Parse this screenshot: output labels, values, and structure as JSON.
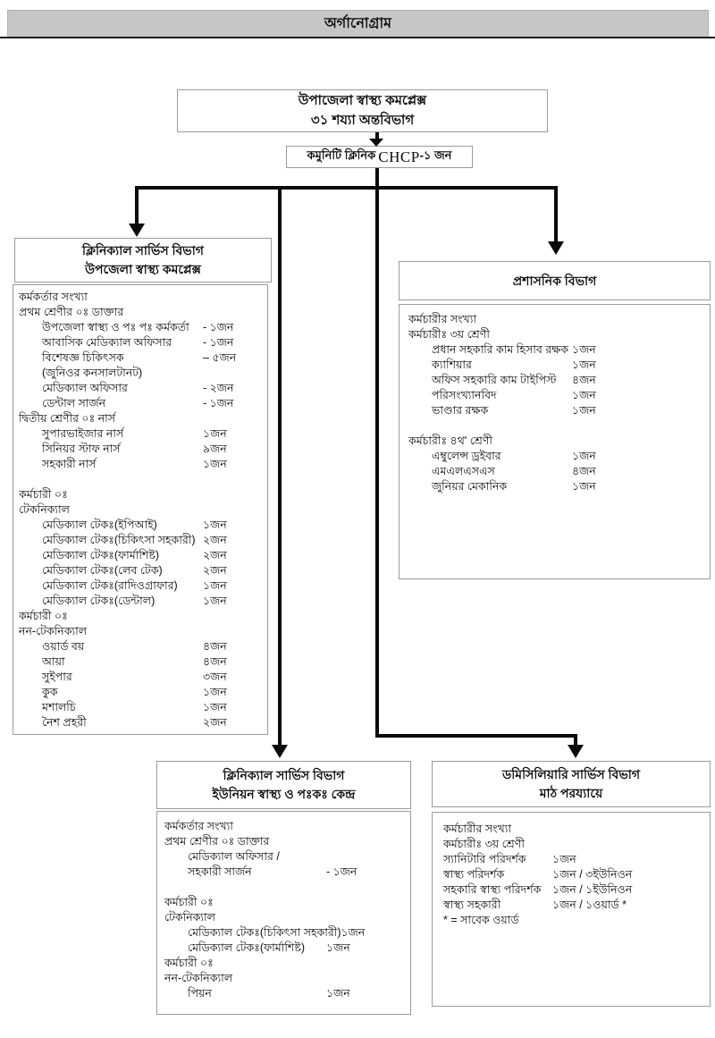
{
  "page": {
    "title": "অর্গানোগ্রাম"
  },
  "colors": {
    "ink": "#0a0a0a",
    "titlebar_bg": "#c6c6c6",
    "box_border": "#9b9b9b"
  },
  "root_box": {
    "line1": "উপাজেলা স্বাস্থ্য কমপ্লেক্স",
    "line2": "৩১ শয্যা অন্তবিভাগ"
  },
  "chcp_box": {
    "prefix": "কমুনিটি ক্লিনিক",
    "code": "CHCP",
    "suffix": "-১ জন"
  },
  "boxes": {
    "clinical_upazila": {
      "title1": "ক্লিনিক্যাল সার্ভিস বিভাগ",
      "title2": "উপজেলা স্বাস্থ্য কমপ্লেক্স",
      "rows": [
        {
          "label": "কর্মকর্তার সংখ্যা"
        },
        {
          "label": "প্রথম শ্রেণীর ০ঃ ডাক্তার"
        },
        {
          "label": "উপজেলা স্বাস্থ্য ও পঃ পঃ কর্মকর্তা",
          "value": "- ১জন",
          "indent": 1
        },
        {
          "label": "আবাসিক মেডিক্যাল অফিসার",
          "value": "- ১জন",
          "indent": 1
        },
        {
          "label": "বিশেষজ্ঞ চিকিৎসক",
          "value": "– ৫জন",
          "indent": 1
        },
        {
          "label": "(জুনিওর কনসালটানট)",
          "indent": 1
        },
        {
          "label": "মেডিক্যাল অফিসার",
          "value": "- ২জন",
          "indent": 1
        },
        {
          "label": "ডেন্টাল সার্জন",
          "value": "- ১জন",
          "indent": 1
        },
        {
          "label": "দ্বিতীয় শ্রেণীর ০ঃ নার্স"
        },
        {
          "label": "সুপারভাইজার নার্স",
          "value": "১জন",
          "indent": 1
        },
        {
          "label": "সিনিয়র স্টাফ নার্স",
          "value": "৯জন",
          "indent": 1
        },
        {
          "label": "সহকারী নার্স",
          "value": "১জন",
          "indent": 1
        },
        {
          "blank": true
        },
        {
          "label": "কর্মচারী ০ঃ"
        },
        {
          "label": "টেকনিক্যাল"
        },
        {
          "label": "মেডিক্যাল টেকঃ(ইপিআই)",
          "value": "১জন",
          "indent": 1
        },
        {
          "label": "মেডিক্যাল টেকঃ(চিকিৎসা সহকারী)",
          "value": "২জন",
          "indent": 1
        },
        {
          "label": "মেডিক্যাল টেকঃ(ফার্মাশিষ্ট)",
          "value": "২জন",
          "indent": 1
        },
        {
          "label": "মেডিক্যাল টেকঃ(লেব টেক)",
          "value": "২জন",
          "indent": 1
        },
        {
          "label": "মেডিক্যাল টেকঃ(রাদিওগ্রাফার)",
          "value": "১জন",
          "indent": 1
        },
        {
          "label": "মেডিক্যাল টেকঃ(ডেন্টাল)",
          "value": "১জন",
          "indent": 1
        },
        {
          "label": "কর্মচারী ০ঃ"
        },
        {
          "label": "নন-টেকনিক্যাল"
        },
        {
          "label": "ওয়ার্ড বয়",
          "value": "৪জন",
          "indent": 1
        },
        {
          "label": "আয়া",
          "value": "৪জন",
          "indent": 1
        },
        {
          "label": "সুইপার",
          "value": "৩জন",
          "indent": 1
        },
        {
          "label": "কুক",
          "value": "১জন",
          "indent": 1
        },
        {
          "label": "মশালচি",
          "value": "১জন",
          "indent": 1
        },
        {
          "label": "নৈশ প্রহরী",
          "value": "২জন",
          "indent": 1
        }
      ]
    },
    "admin": {
      "title1": "প্রশাসনিক বিভাগ",
      "rows": [
        {
          "label": "কর্মচারীর সংখ্যা"
        },
        {
          "label": "কর্মচারীঃ ৩য় শ্রেণী"
        },
        {
          "label": "প্রধান সহকারি কাম হিসাব রক্ষক",
          "value": "১জন",
          "indent": 1
        },
        {
          "label": "ক্যাশিয়ার",
          "value": "১জন",
          "indent": 1
        },
        {
          "label": "অফিস সহকারি কাম টাইপিস্ট",
          "value": "৪জন",
          "indent": 1
        },
        {
          "label": "পরিসংখ্যানবিদ",
          "value": "১জন",
          "indent": 1
        },
        {
          "label": "ভাণ্ডার রক্ষক",
          "value": "১জন",
          "indent": 1
        },
        {
          "blank": true
        },
        {
          "label": "কর্মচারীঃ ৪থ' শ্রেণী"
        },
        {
          "label": "এম্বুলেন্স ড্রইবার",
          "value": "১জন",
          "indent": 1
        },
        {
          "label": "এমএলএসএস",
          "value": "৪জন",
          "indent": 1
        },
        {
          "label": "জুনিয়র মেকানিক",
          "value": "১জন",
          "indent": 1
        }
      ]
    },
    "clinical_union": {
      "title1": "ক্লিনিক্যাল সার্ভিস বিভাগ",
      "title2": "ইউনিয়ন স্বাস্থ্য ও পঃকঃ কেন্দ্র",
      "rows": [
        {
          "label": "কর্মকর্তার সংখ্যা"
        },
        {
          "label": "প্রথম শ্রেণীর ০ঃ ডাক্তার"
        },
        {
          "label": "মেডিক্যাল অফিসার /",
          "indent": 1
        },
        {
          "label": "সহকারী সার্জন",
          "value": "- ১জন",
          "indent": 1
        },
        {
          "blank": true
        },
        {
          "label": "কর্মচারী ০ঃ"
        },
        {
          "label": "টেকনিক্যাল"
        },
        {
          "label": "মেডিক্যাল টেকঃ(চিকিৎসা সহকারী)",
          "value": "১জন",
          "indent": 1
        },
        {
          "label": "মেডিক্যাল টেকঃ(ফার্মাশিষ্ট)",
          "value": "১জন",
          "indent": 1
        },
        {
          "label": "কর্মচারী ০ঃ"
        },
        {
          "label": "নন-টেকনিক্যাল"
        },
        {
          "label": "পিয়ন",
          "value": "১জন",
          "indent": 1
        }
      ]
    },
    "domiciliary": {
      "title1": "ডমিসিলিয়ারি সার্ভিস বিভাগ",
      "title2": "মাঠ পরয্যায়ে",
      "rows": [
        {
          "label": "কর্মচারীর সংখ্যা"
        },
        {
          "label": "কর্মচারীঃ ৩য় শ্রেণী"
        },
        {
          "label": "স্যানিটারি পরিদর্শক",
          "value": "১জন"
        },
        {
          "label": "স্বাস্থ্য পরিদর্শক",
          "value": "১জন / ৩ইউনিওন"
        },
        {
          "label": "সহকারি স্বাস্থ্য পরিদর্শক",
          "value": "১জন / ১ইউনিওন"
        },
        {
          "label": "স্বাস্থ্য সহকারী",
          "value": "১জন / ১ওয়ার্ড *"
        },
        {
          "label": "* = সাবেক ওয়ার্ড"
        }
      ]
    }
  }
}
